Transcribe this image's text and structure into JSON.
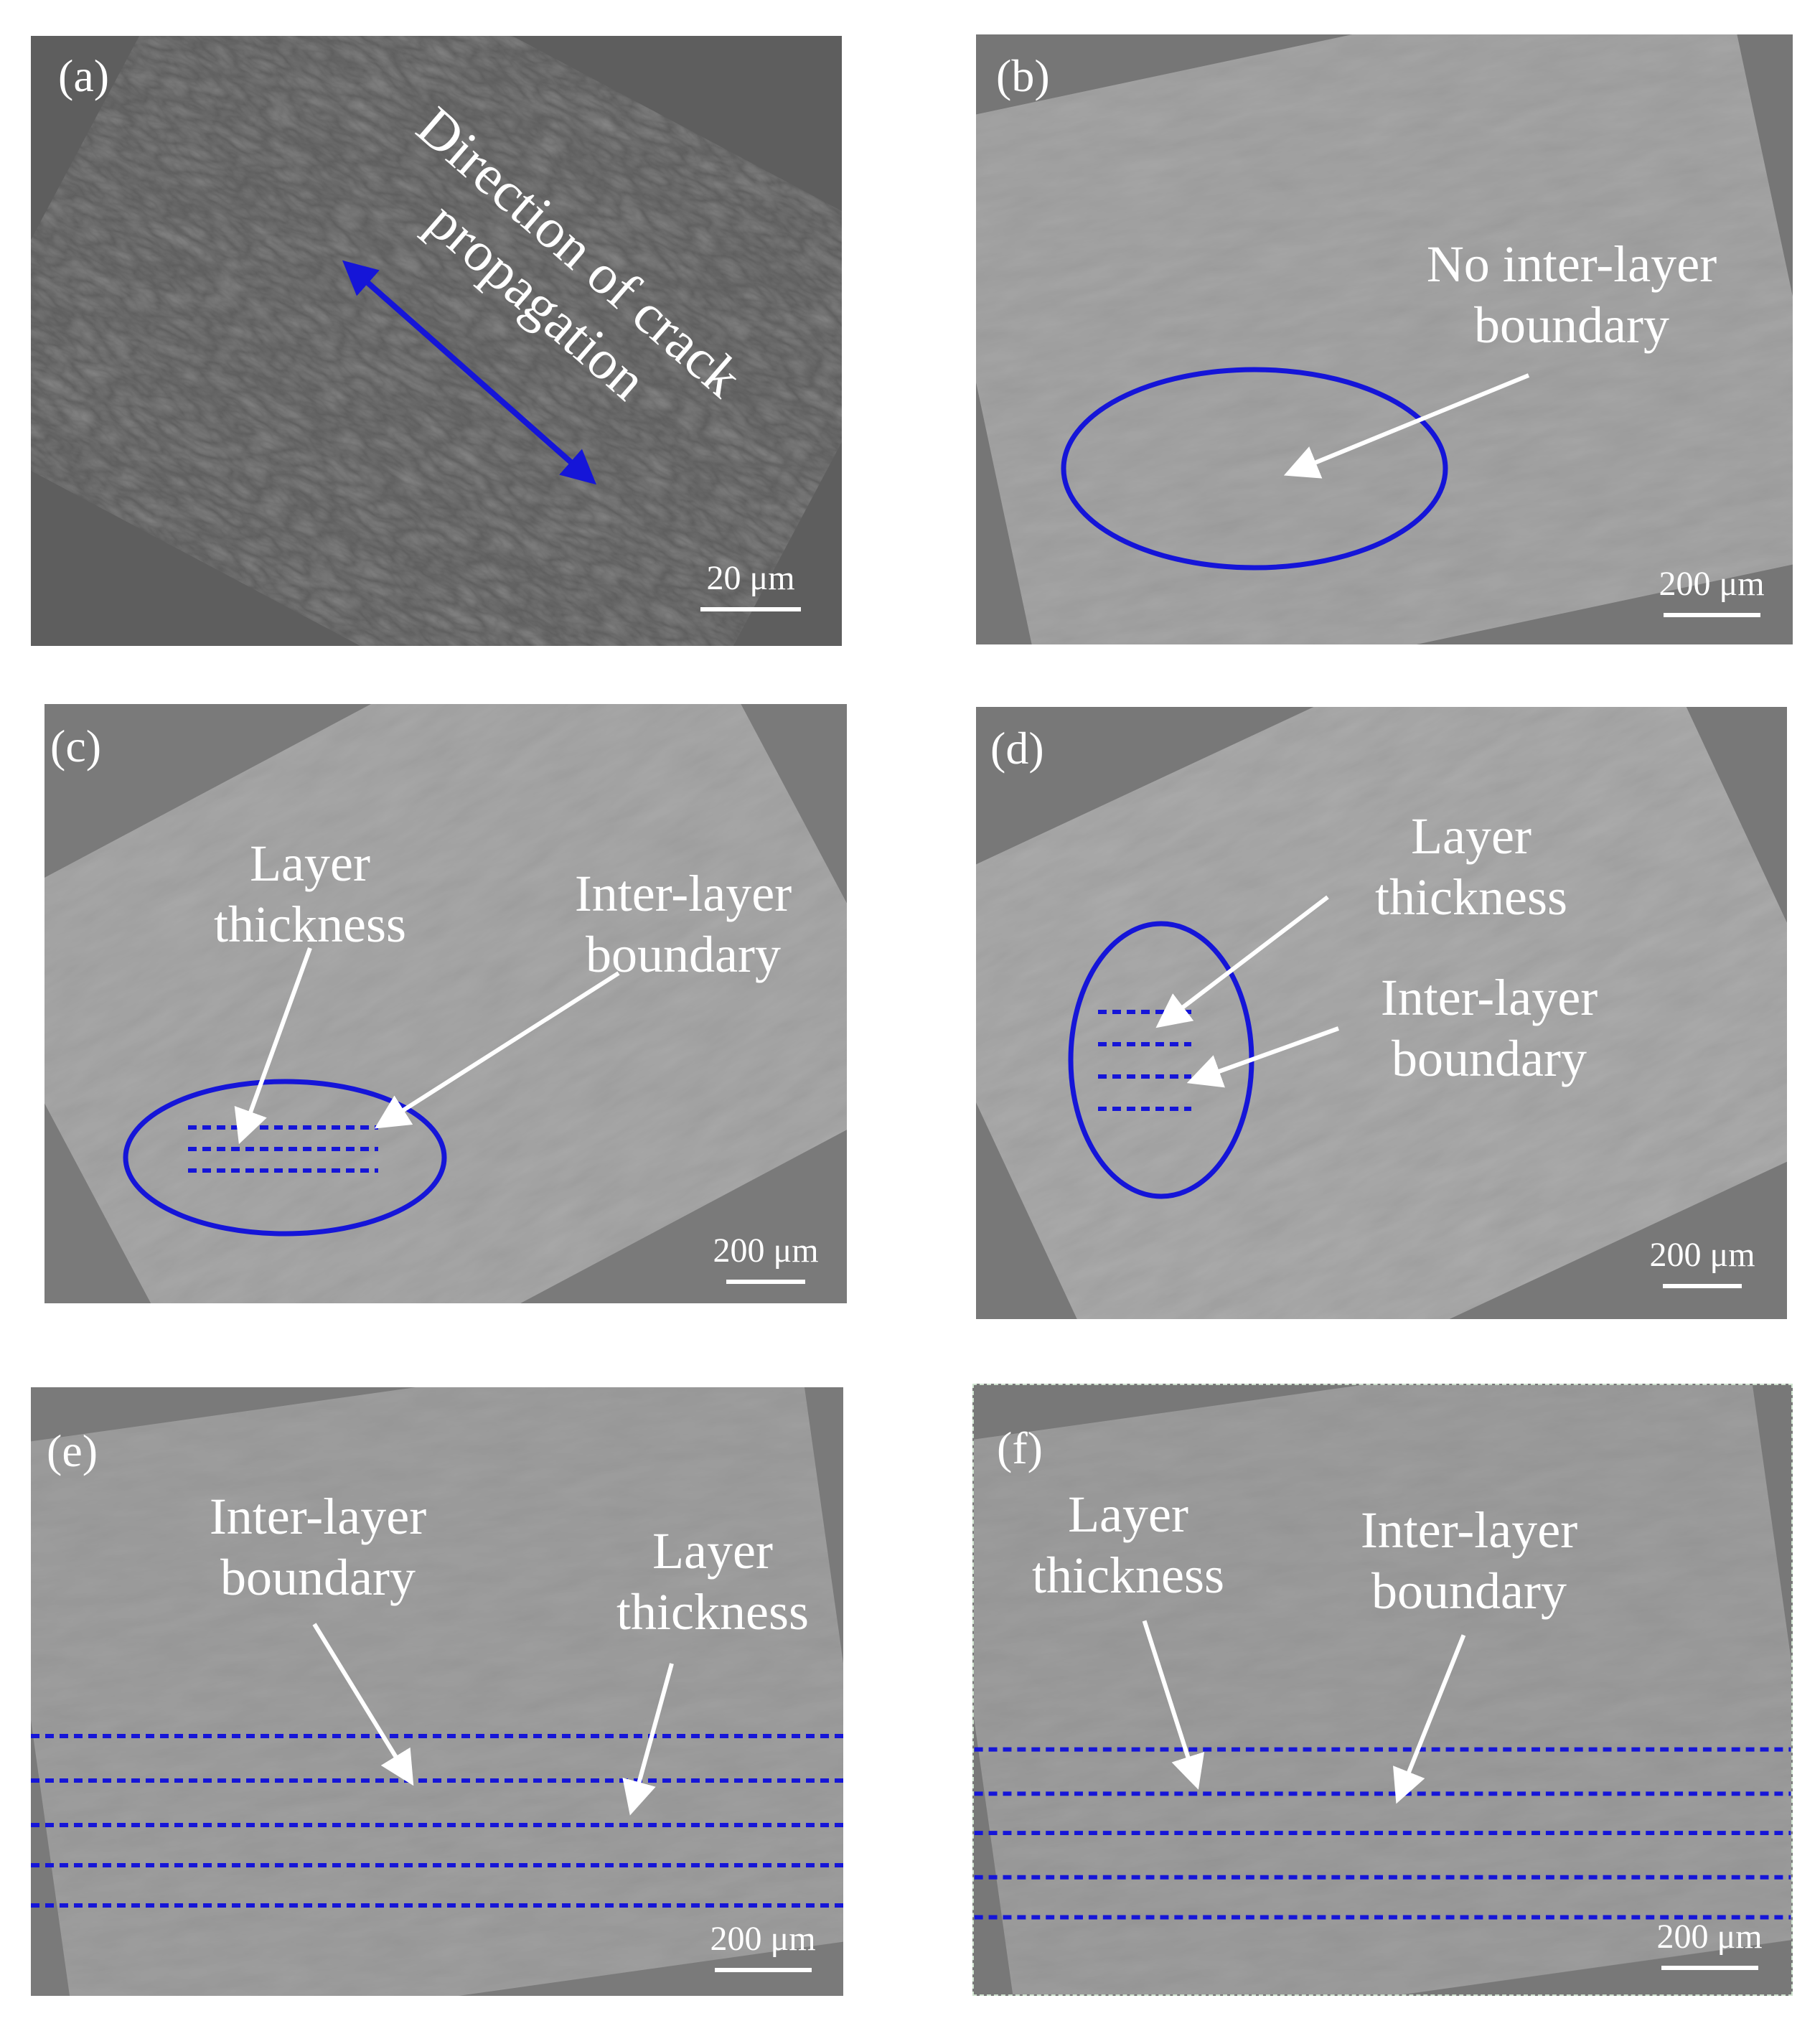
{
  "panels": {
    "a": {
      "label": "(a)",
      "annotation_line1": "Direction of crack",
      "annotation_line2": "propagation",
      "scale": "20 μm"
    },
    "b": {
      "label": "(b)",
      "annotation_line1": "No inter-layer",
      "annotation_line2": "boundary",
      "scale": "200 μm"
    },
    "c": {
      "label": "(c)",
      "layer_line1": "Layer",
      "layer_line2": "thickness",
      "boundary_line1": "Inter-layer",
      "boundary_line2": "boundary",
      "scale": "200 μm"
    },
    "d": {
      "label": "(d)",
      "layer_line1": "Layer",
      "layer_line2": "thickness",
      "boundary_line1": "Inter-layer",
      "boundary_line2": "boundary",
      "scale": "200 μm"
    },
    "e": {
      "label": "(e)",
      "boundary_line1": "Inter-layer",
      "boundary_line2": "boundary",
      "layer_line1": "Layer",
      "layer_line2": "thickness",
      "scale": "200 μm"
    },
    "f": {
      "label": "(f)",
      "layer_line1": "Layer",
      "layer_line2": "thickness",
      "boundary_line1": "Inter-layer",
      "boundary_line2": "boundary",
      "scale": "200 μm"
    }
  },
  "colors": {
    "annotation_blue": "#1515d8",
    "text": "#ffffff",
    "sem_gray": "#787878"
  }
}
